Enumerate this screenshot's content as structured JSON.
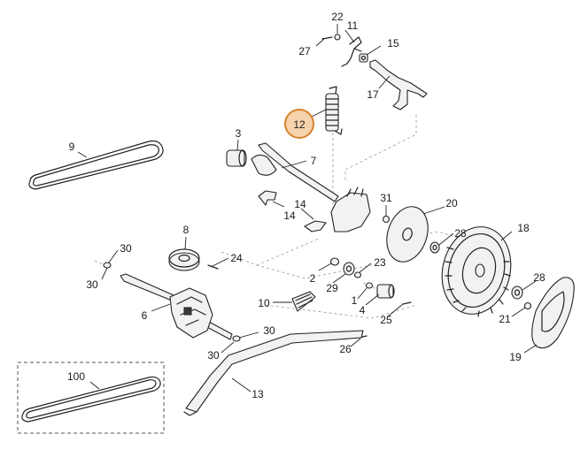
{
  "callouts": {
    "c22": "22",
    "c11": "11",
    "c27": "27",
    "c15": "15",
    "c17": "17",
    "c12": "12",
    "c9": "9",
    "c3": "3",
    "c7": "7",
    "c31": "31",
    "c20": "20",
    "c14a": "14",
    "c14b": "14",
    "c8": "8",
    "c30a": "30",
    "c24": "24",
    "c30b": "30",
    "c28a": "28",
    "c18": "18",
    "c2": "2",
    "c23": "23",
    "c29": "29",
    "c6": "6",
    "c10": "10",
    "c1": "1",
    "c4": "4",
    "c25": "25",
    "c28b": "28",
    "c21": "21",
    "c30c": "30",
    "c30d": "30",
    "c26": "26",
    "c19": "19",
    "c100": "100",
    "c13": "13"
  },
  "highlight": {
    "color": "#d9822b",
    "fill": "#f6d2ad"
  }
}
